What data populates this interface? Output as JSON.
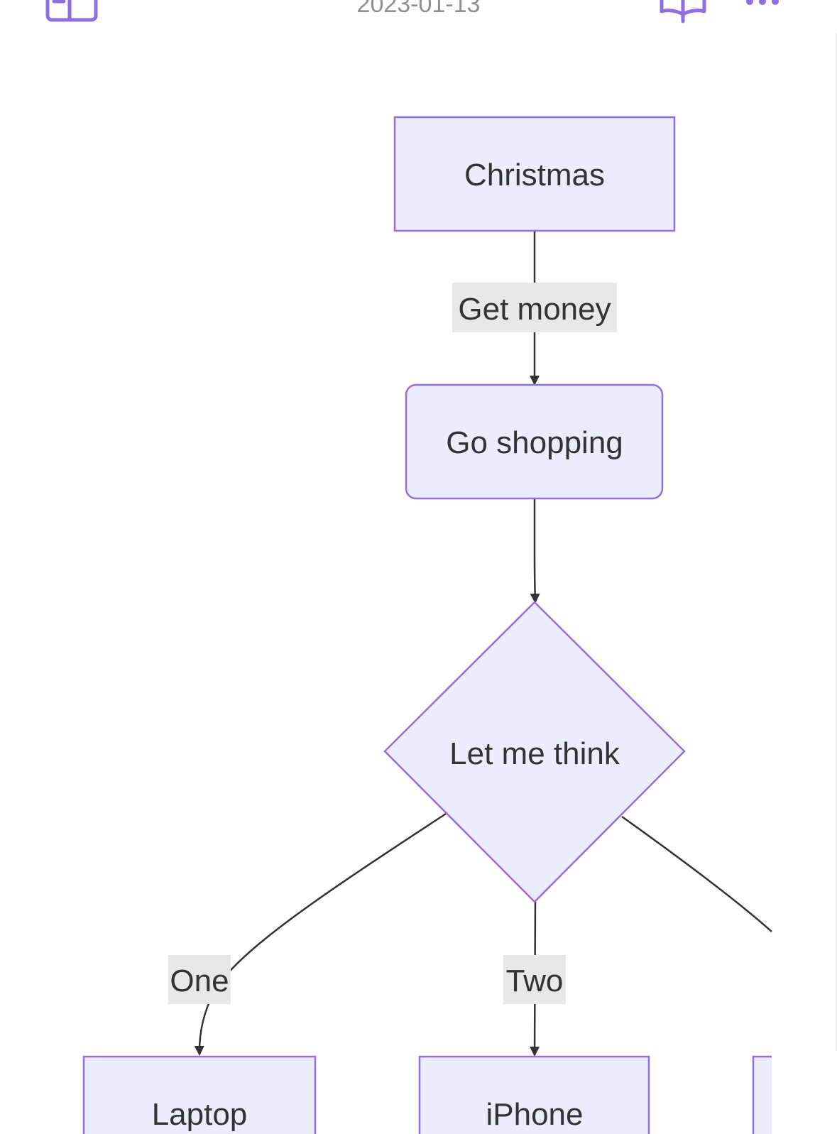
{
  "header": {
    "title": "2023-01-13",
    "icons": {
      "sidebar": "sidebar-icon",
      "reader": "book-icon",
      "more": "more-icon"
    }
  },
  "colors": {
    "accent": "#8e6fe0",
    "node_fill": "#ececff",
    "node_stroke": "#9370db",
    "edge": "#333333",
    "edge_label_bg": "#e8e8e8",
    "text": "#333333"
  },
  "flowchart": {
    "nodes": {
      "christmas": "Christmas",
      "go_shopping": "Go shopping",
      "decision": "Let me think",
      "laptop": "Laptop",
      "iphone": "iPhone"
    },
    "edge_labels": {
      "get_money": "Get money",
      "one": "One",
      "two": "Two"
    }
  }
}
